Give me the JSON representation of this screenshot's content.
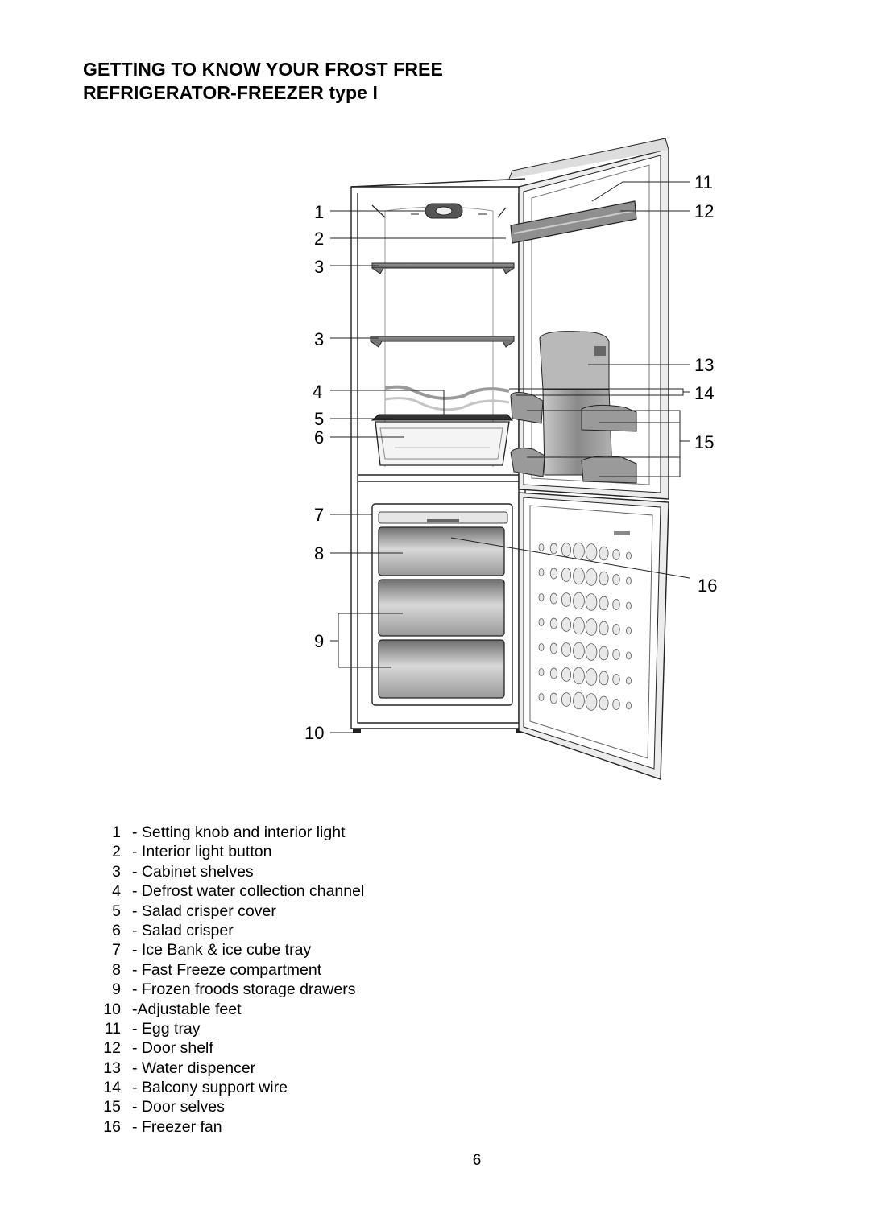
{
  "title": {
    "line1": "GETTING TO KNOW YOUR FROST FREE",
    "line2": "REFRIGERATOR-FREEZER type I"
  },
  "callouts": [
    "1",
    "2",
    "3",
    "3",
    "4",
    "5",
    "6",
    "7",
    "8",
    "9",
    "10",
    "11",
    "12",
    "13",
    "14",
    "15",
    "16"
  ],
  "legend": [
    {
      "num": "1",
      "text": "- Setting knob and interior light"
    },
    {
      "num": "2",
      "text": "- Interior light button"
    },
    {
      "num": "3",
      "text": "- Cabinet shelves"
    },
    {
      "num": "4",
      "text": "- Defrost water collection channel"
    },
    {
      "num": "5",
      "text": "- Salad crisper cover"
    },
    {
      "num": "6",
      "text": "- Salad crisper"
    },
    {
      "num": "7",
      "text": "- Ice Bank & ice cube tray"
    },
    {
      "num": "8",
      "text": "- Fast Freeze compartment"
    },
    {
      "num": "9",
      "text": "- Frozen froods storage drawers"
    },
    {
      "num": "10",
      "text": "-Adjustable feet"
    },
    {
      "num": "11",
      "text": "- Egg tray"
    },
    {
      "num": "12",
      "text": "- Door shelf"
    },
    {
      "num": "13",
      "text": "- Water dispencer"
    },
    {
      "num": "14",
      "text": "- Balcony support wire"
    },
    {
      "num": "15",
      "text": "- Door selves"
    },
    {
      "num": "16",
      "text": "- Freezer fan"
    }
  ],
  "page_number": "6"
}
